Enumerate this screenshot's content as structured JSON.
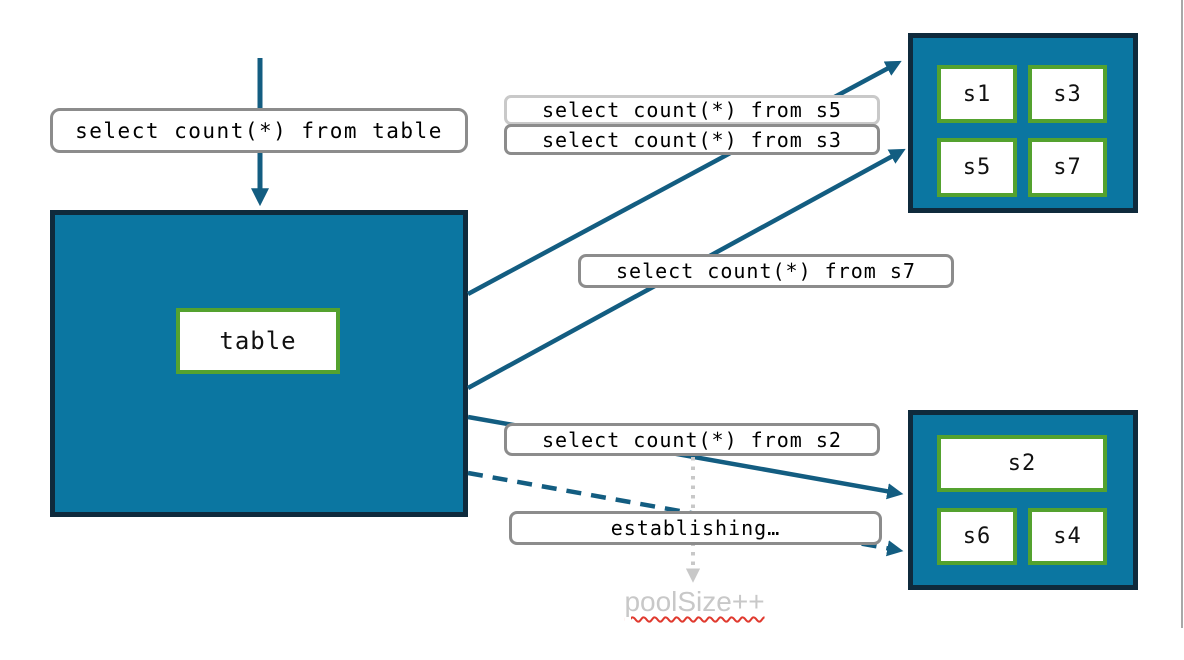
{
  "diagram": {
    "table_box": {
      "label": "table"
    },
    "shard_group_top": {
      "shards": [
        "s1",
        "s3",
        "s5",
        "s7"
      ]
    },
    "shard_group_bottom": {
      "shards": [
        "s2",
        "s6",
        "s4"
      ]
    },
    "labels": {
      "query_table": "select count(*) from table",
      "query_s5": "select count(*) from s5",
      "query_s3": "select count(*) from s3",
      "query_s7": "select count(*) from s7",
      "query_s2": "select count(*) from s2",
      "establishing": "establishing…",
      "pool_size": "poolSize++"
    }
  },
  "colors": {
    "teal_fill": "#0B76A1",
    "dark_border": "#0F2A3C",
    "green_border": "#54A22F",
    "arrow": "#135D81",
    "label_border": "#8C8C8C",
    "label_border_light": "#C9C9C9",
    "muted_text": "#C8C8C8",
    "squiggle": "#E0392E",
    "slide_edge": "#A8A8A8"
  }
}
